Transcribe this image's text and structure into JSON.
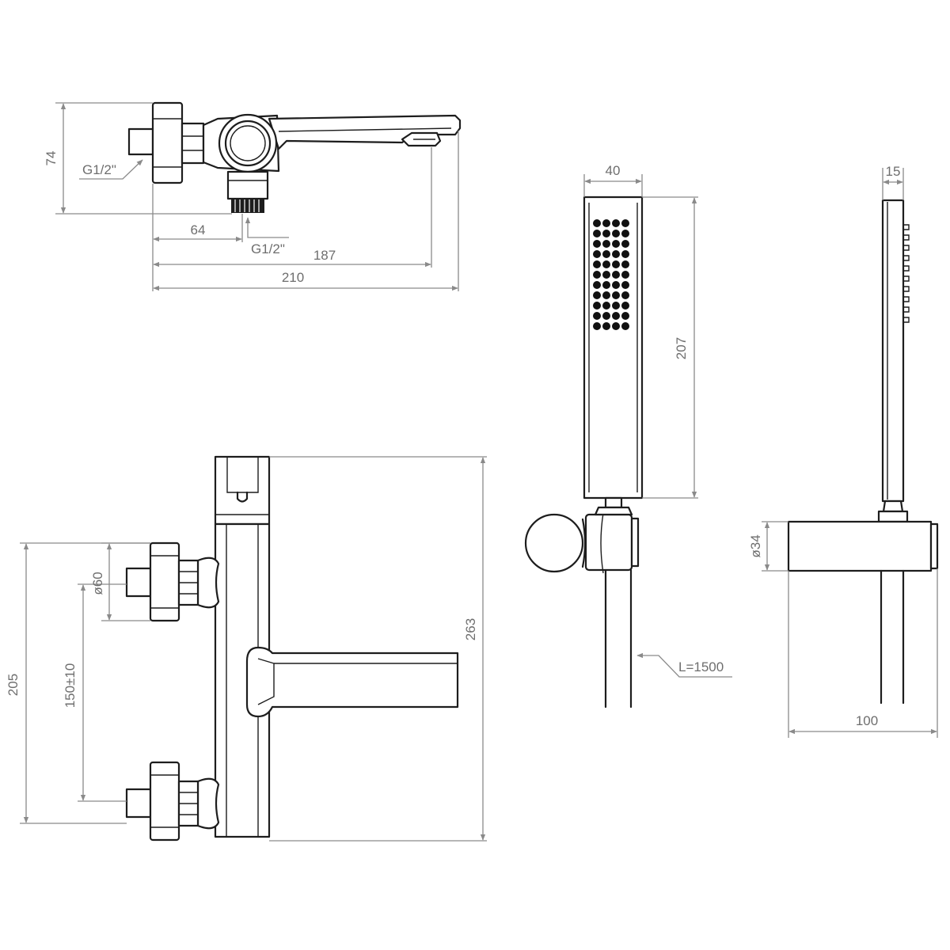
{
  "top_view": {
    "height_label": "74",
    "thread_inlet_label": "G1/2\"",
    "thread_outlet_label": "G1/2\"",
    "offset_label": "64",
    "spout_reach_label": "187",
    "overall_width_label": "210"
  },
  "front_view": {
    "overall_height_label": "263",
    "inlet_span_label": "205",
    "centres_label": "150±10",
    "flange_dia_label": "ø60"
  },
  "hand_shower": {
    "width_label": "40",
    "length_label": "207",
    "hose_label": "L=1500"
  },
  "side_view": {
    "thickness_label": "15",
    "holder_dia_label": "ø34",
    "depth_label": "100"
  },
  "colors": {
    "outline": "#1d1d1d",
    "dimension": "#8a8a8a",
    "dimension_text": "#6e6e6e"
  }
}
